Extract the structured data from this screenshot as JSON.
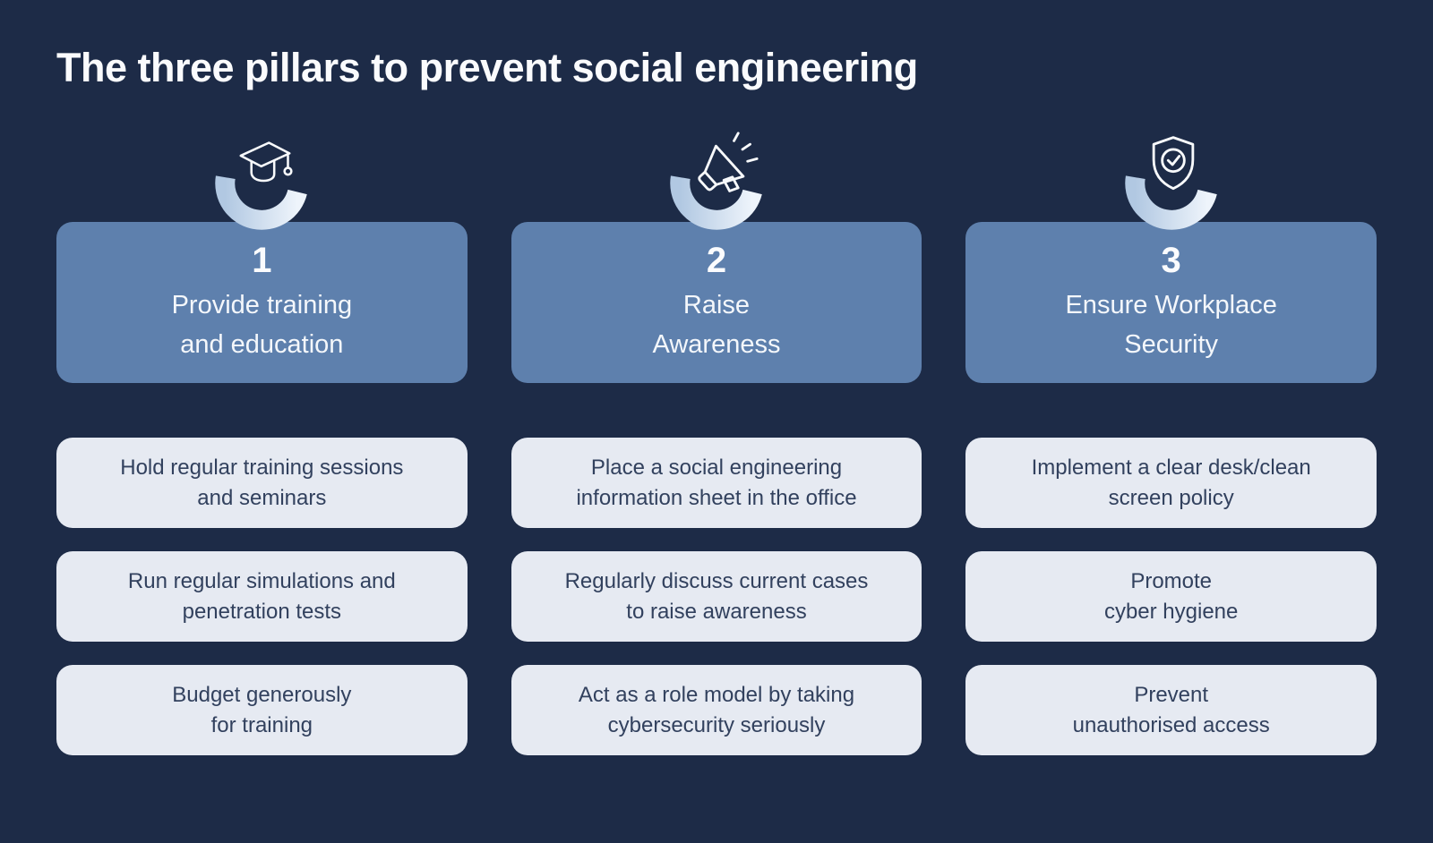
{
  "title": "The three pillars to prevent social engineering",
  "colors": {
    "background": "#1d2b47",
    "pillar_card": "#5e80ad",
    "detail_card": "#e6eaf2",
    "detail_text": "#32415e",
    "title_text": "#fafbfd",
    "arc_gradient_start": "#b1c8e2",
    "arc_gradient_end": "#eef4fb",
    "icon_stroke": "#f8fafc"
  },
  "pillars": [
    {
      "number": "1",
      "icon": "graduation-cap-icon",
      "title": "Provide training\nand education",
      "items": [
        "Hold regular training sessions\nand seminars",
        "Run regular simulations and\npenetration tests",
        "Budget generously\nfor training"
      ]
    },
    {
      "number": "2",
      "icon": "megaphone-icon",
      "title": "Raise\nAwareness",
      "items": [
        "Place a social engineering\ninformation sheet in the office",
        "Regularly discuss current cases\nto raise awareness",
        "Act as a role model by taking\ncybersecurity seriously"
      ]
    },
    {
      "number": "3",
      "icon": "shield-check-icon",
      "title": "Ensure Workplace\nSecurity",
      "items": [
        "Implement a clear desk/clean\nscreen policy",
        "Promote\ncyber hygiene",
        "Prevent\nunauthorised access"
      ]
    }
  ]
}
